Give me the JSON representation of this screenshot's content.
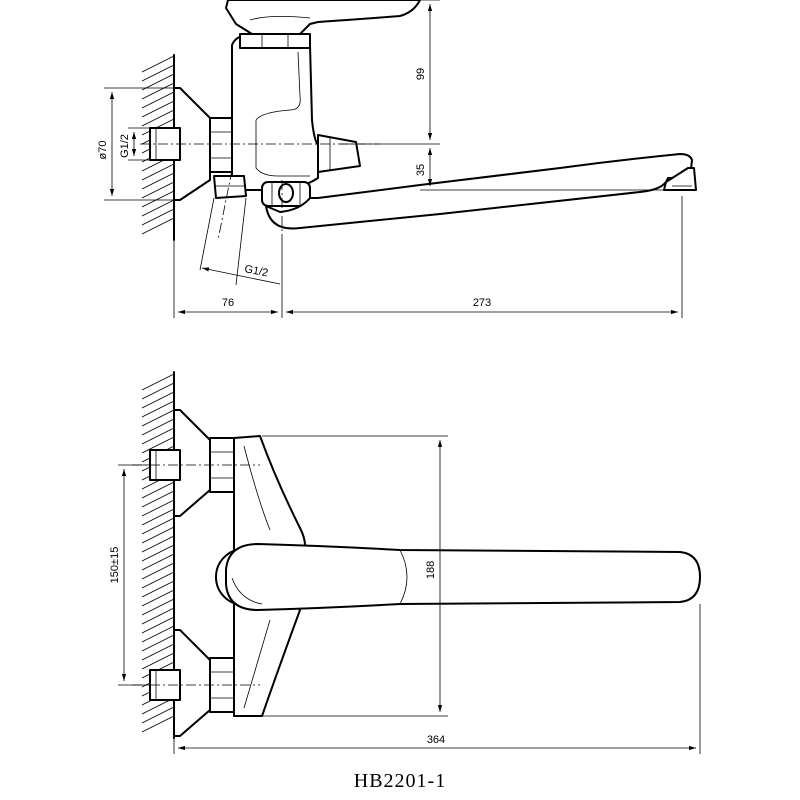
{
  "model": "HB2201-1",
  "side_view": {
    "dimensions": {
      "height_upper": "99",
      "height_lower": "35",
      "flange_diameter": "ø70",
      "thread_top": "G1/2",
      "thread_bottom": "G1/2",
      "depth": "76",
      "spout_reach": "273"
    }
  },
  "front_view": {
    "dimensions": {
      "inlet_spacing": "150±15",
      "body_height": "188",
      "overall_length": "364"
    }
  }
}
